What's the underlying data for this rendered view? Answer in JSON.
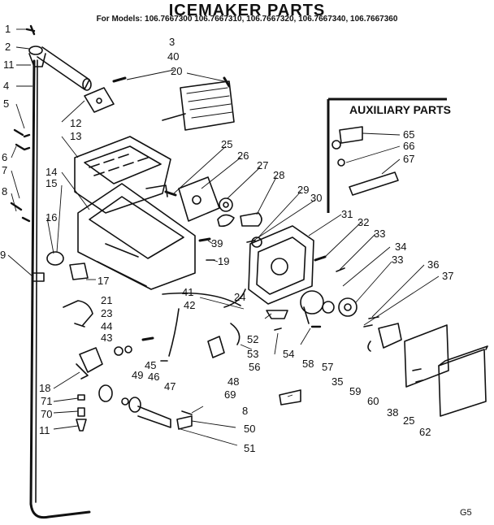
{
  "title": "ICEMAKER PARTS",
  "models_line": "For Models: 106.7667300  106.7667310, 106.7667320, 106.7667340, 106.7667360",
  "aux_title": "AUXILIARY PARTS",
  "corner_code": "G5",
  "part_numbers": [
    "1",
    "2",
    "11",
    "4",
    "5",
    "6",
    "7",
    "8",
    "9",
    "3",
    "40",
    "20",
    "12",
    "13",
    "14",
    "15",
    "16",
    "17",
    "25",
    "26",
    "27",
    "28",
    "29",
    "30",
    "39",
    "19",
    "31",
    "32",
    "33",
    "34",
    "33",
    "36",
    "37",
    "24",
    "41",
    "42",
    "21",
    "23",
    "44",
    "43",
    "45",
    "49",
    "46",
    "47",
    "48",
    "52",
    "53",
    "56",
    "54",
    "58",
    "57",
    "35",
    "59",
    "60",
    "38",
    "25",
    "62",
    "69",
    "8",
    "50",
    "51",
    "18",
    "71",
    "70",
    "11",
    "65",
    "66",
    "67"
  ]
}
